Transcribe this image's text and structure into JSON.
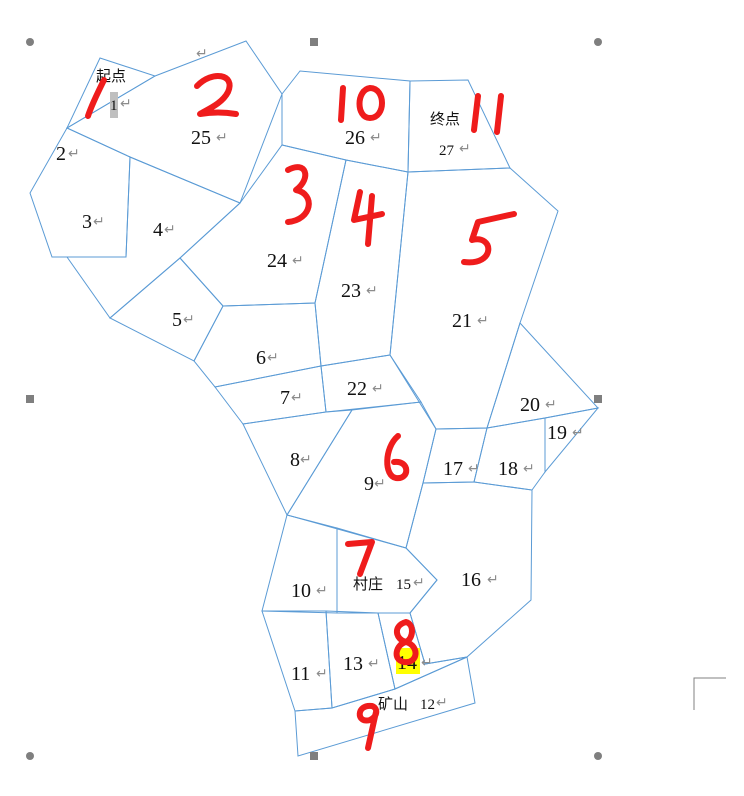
{
  "labels": {
    "start": "起点",
    "end": "终点",
    "village": "村庄",
    "mine": "矿山"
  },
  "regions": {
    "r1": "1",
    "r2": "2",
    "r3": "3",
    "r4": "4",
    "r5": "5",
    "r6": "6",
    "r7": "7",
    "r8": "8",
    "r9": "9",
    "r10": "10",
    "r11": "11",
    "r12": "12",
    "r13": "13",
    "r14": "14",
    "r15": "15",
    "r16": "16",
    "r17": "17",
    "r18": "18",
    "r19": "19",
    "r20": "20",
    "r21": "21",
    "r22": "22",
    "r23": "23",
    "r24": "24",
    "r25": "25",
    "r26": "26",
    "r27": "27"
  },
  "paragraph_mark": "↵",
  "handwritten_path": [
    "1",
    "2",
    "3",
    "4",
    "5",
    "6",
    "7",
    "8",
    "9",
    "10",
    "11"
  ],
  "colors": {
    "region_border": "#5b9bd5",
    "ink": "#ef1c1c",
    "highlight": "#ffff00",
    "selection": "#bfbfbf"
  }
}
